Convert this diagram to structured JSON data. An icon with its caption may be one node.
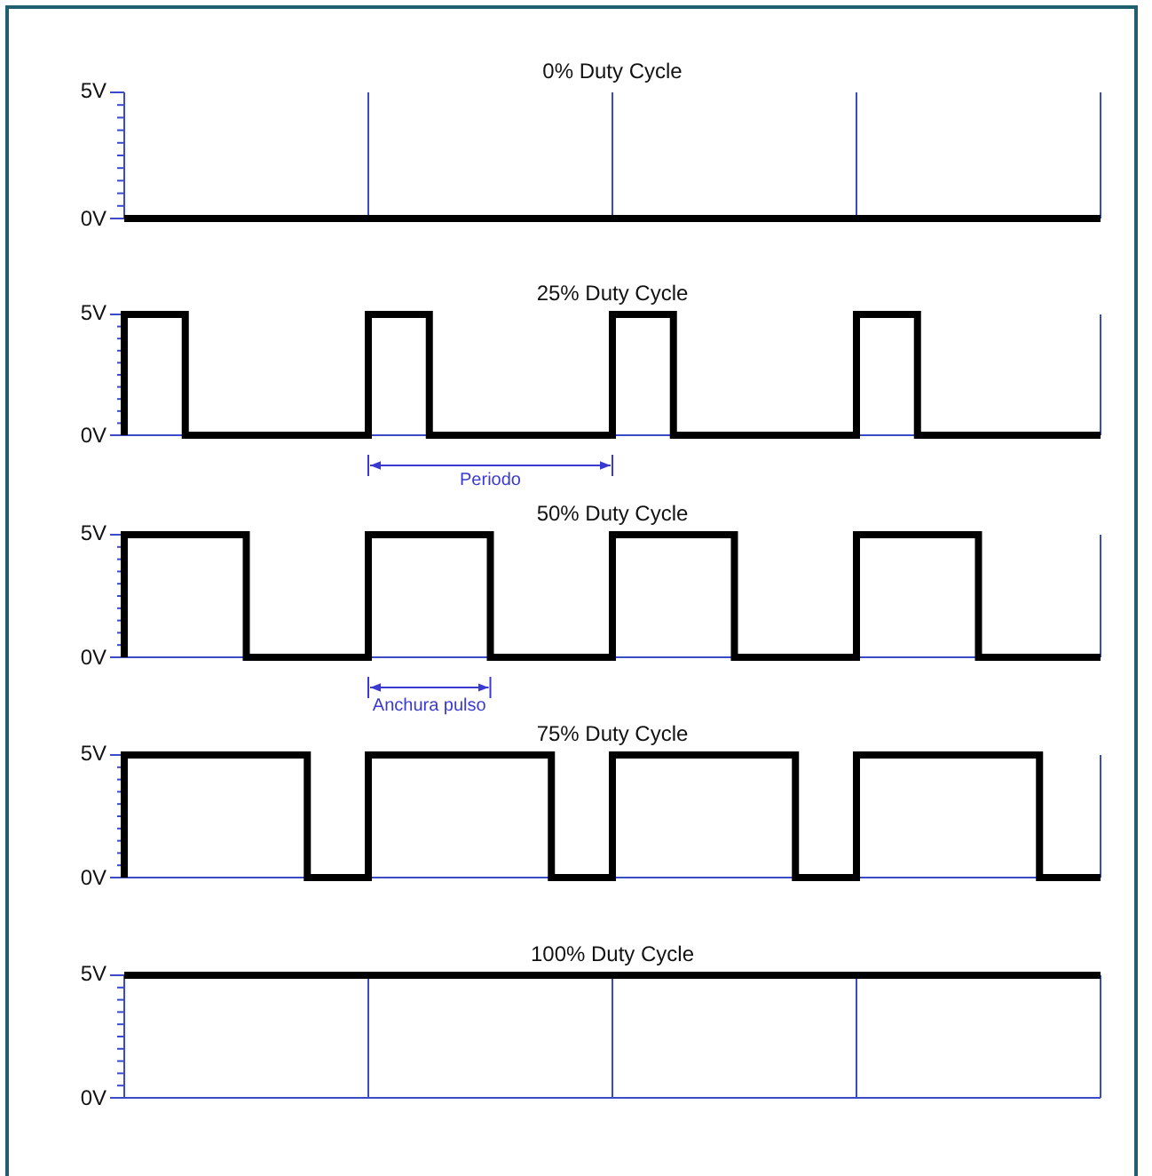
{
  "diagram": {
    "labels": [
      "0% Duty Cycle",
      "5V",
      "0V",
      "25% Duty Cycle",
      "5V",
      "0V",
      "Periodo",
      "50% Duty Cycle",
      "5V",
      "0V",
      "Anchura pulso",
      "75% Duty Cycle",
      "5V",
      "0V",
      "100% Duty Cycle",
      "5V",
      "0V"
    ]
  }
}
